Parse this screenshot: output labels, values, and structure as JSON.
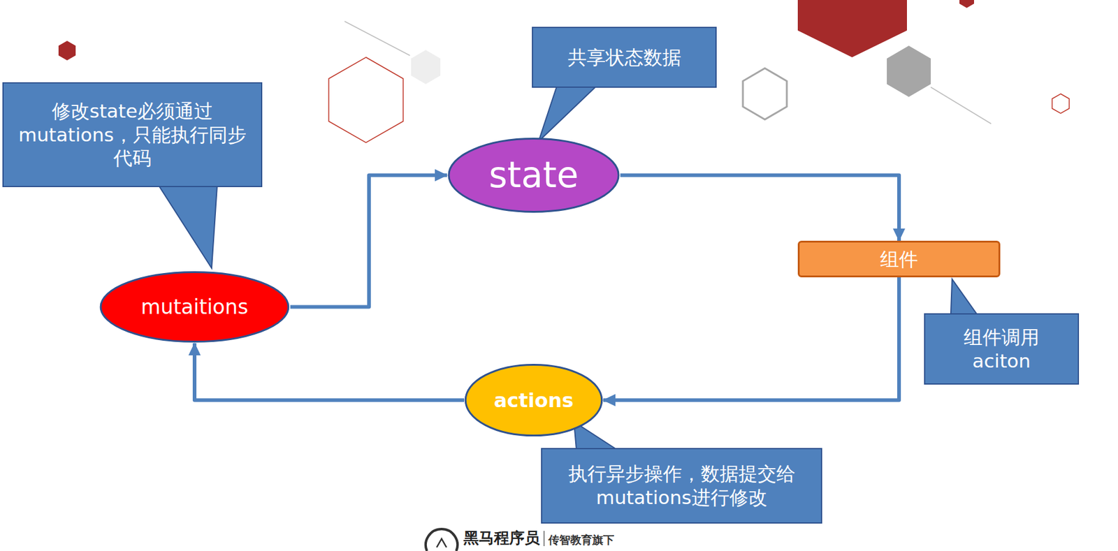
{
  "diagram": {
    "nodes": [
      {
        "text": [
          "共享状态数据"
        ]
      },
      {
        "text": [
          "修改state必须通过 mutations，只能执行同步代码"
        ]
      },
      {
        "text": [
          "state"
        ]
      },
      {
        "text": [
          "组件"
        ]
      },
      {
        "text": [
          "mutaitions"
        ]
      },
      {
        "text": [
          "组件调用 aciton"
        ]
      },
      {
        "text": [
          "actions"
        ]
      },
      {
        "text": [
          "执行异步操作，数据提交给mutations进行修改"
        ]
      }
    ],
    "edges": [
      {
        "from": 4,
        "to": 2,
        "arrow": "to"
      },
      {
        "from": 2,
        "to": 3,
        "arrow": "to"
      },
      {
        "from": 3,
        "to": 6,
        "arrow": "to"
      },
      {
        "from": 6,
        "to": 4,
        "arrow": "to"
      }
    ],
    "labels": [
      "黑马程序员",
      "传智教育旗下"
    ]
  }
}
